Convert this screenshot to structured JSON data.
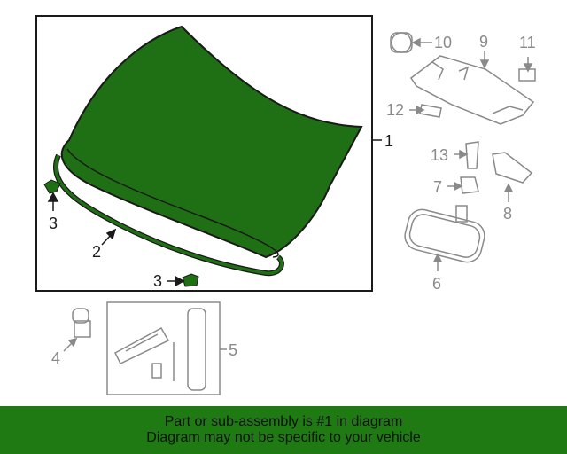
{
  "colors": {
    "highlight": "#1f6f14",
    "banner": "#1f7a14",
    "outline_dark": "#1a1a1a",
    "outline_grey": "#8a8a8a"
  },
  "callouts": {
    "c1": "1",
    "c2": "2",
    "c3a": "3",
    "c3b": "3",
    "c4": "4",
    "c5": "5",
    "c6": "6",
    "c7": "7",
    "c8": "8",
    "c9": "9",
    "c10": "10",
    "c11": "11",
    "c12": "12",
    "c13": "13"
  },
  "banner": {
    "line1": "Part or sub-assembly is #1 in diagram",
    "line2": "Diagram may not be specific to your vehicle"
  }
}
